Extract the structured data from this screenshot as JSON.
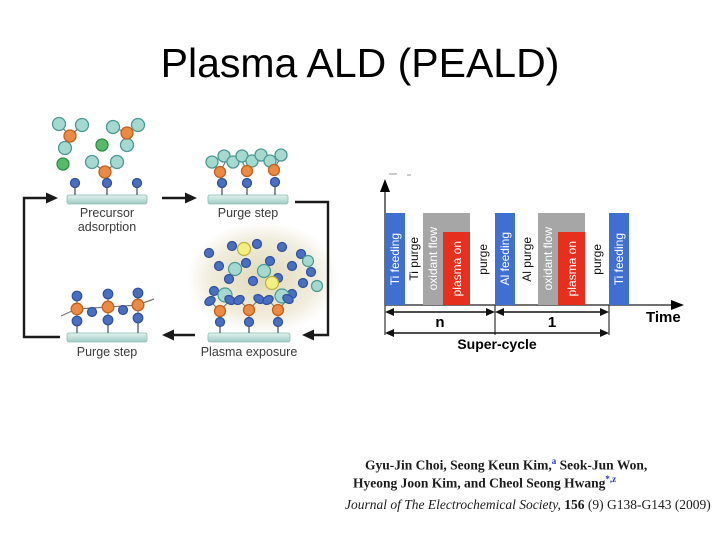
{
  "title": "Plasma ALD (PEALD)",
  "cycle_diagram": {
    "steps": [
      {
        "label": "Precursor adsorption"
      },
      {
        "label": "Purge step"
      },
      {
        "label": "Plasma exposure"
      },
      {
        "label": "Purge step"
      }
    ],
    "colors": {
      "precursor_center_orange": "#e98a45",
      "ligand_teal": "#a5d8cf",
      "reactant_green": "#55bb6a",
      "surface_atom_blue": "#4a6fc0",
      "plasma_species_yellow": "#f4ef82",
      "substrate_teal": "#bfe0da"
    }
  },
  "timing_diagram": {
    "segments": {
      "ti_feeding_1": "Ti feeding",
      "ti_purge": "Ti purge",
      "oxidant_flow_1": "oxidant flow",
      "plasma_on_1": "plasma on",
      "purge_1": "purge",
      "al_feeding": "Al feeding",
      "al_purge": "Al purge",
      "oxidant_flow_2": "oxidant flow",
      "plasma_on_2": "plasma on",
      "purge_2": "purge",
      "ti_feeding_2": "Ti feeding"
    },
    "n_label": "n",
    "one_label": "1",
    "super_cycle_label": "Super-cycle",
    "time_label": "Time",
    "colors": {
      "feeding_blue": "#3e6fd1",
      "oxidant_gray": "#a6a6a6",
      "plasma_red": "#e72f1d"
    }
  },
  "citation": {
    "authors1_text": "Gyu-Jin Choi, Seong Keun Kim,",
    "authors1_sup": "a",
    "authors1_cont": " Seok-Jun Won,",
    "authors2_text": "Hyeong Joon Kim, and Cheol Seong Hwang",
    "authors2_sup": "*,z",
    "journal_name": "Journal of The Electrochemical Society,",
    "journal_volume": "156",
    "journal_rest": "(9) G138-G143 (2009)"
  }
}
